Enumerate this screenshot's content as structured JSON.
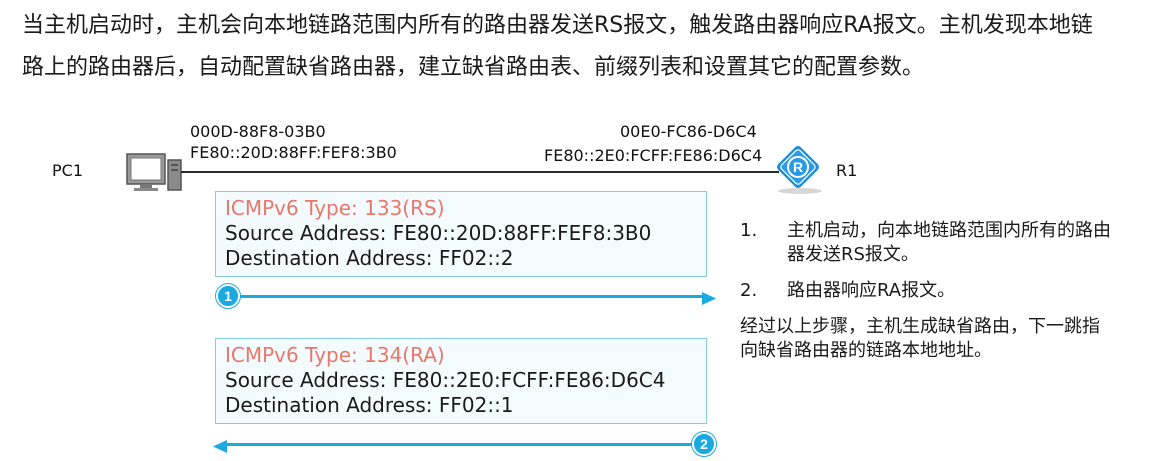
{
  "intro": {
    "line1": "当主机启动时，主机会向本地链路范围内所有的路由器发送RS报文，触发路由器响应RA报文。主机发现本地链",
    "line2": "路上的路由器后，自动配置缺省路由器，建立缺省路由表、前缀列表和设置其它的配置参数。"
  },
  "pc": {
    "name": "PC1",
    "mac": "000D-88F8-03B0",
    "lla": "FE80::20D:88FF:FEF8:3B0",
    "icon": "pc-icon"
  },
  "router": {
    "name": "R1",
    "mac": "00E0-FC86-D6C4",
    "lla": "FE80::2E0:FCFF:FE86:D6C4",
    "icon": "router-icon"
  },
  "messages": [
    {
      "type": "ICMPv6 Type: 133(RS)",
      "source": "Source Address: FE80::20D:88FF:FEF8:3B0",
      "destination": "Destination Address: FF02::2",
      "step": "1",
      "direction": "right"
    },
    {
      "type": "ICMPv6 Type: 134(RA)",
      "source": "Source Address: FE80::2E0:FCFF:FE86:D6C4",
      "destination": "Destination Address: FF02::1",
      "step": "2",
      "direction": "left"
    }
  ],
  "steps": [
    {
      "num": "1.",
      "text": "主机启动，向本地链路范围内所有的路由\n器发送RS报文。"
    },
    {
      "num": "2.",
      "text": "路由器响应RA报文。"
    }
  ],
  "summary": "经过以上步骤，主机生成缺省路由，下一跳指\n向缺省路由器的链路本地地址。",
  "colors": {
    "accent": "#1aa9e0",
    "type_text": "#e8776a",
    "box_border": "#86cbe4",
    "router_fill": "#1f8fd8"
  }
}
